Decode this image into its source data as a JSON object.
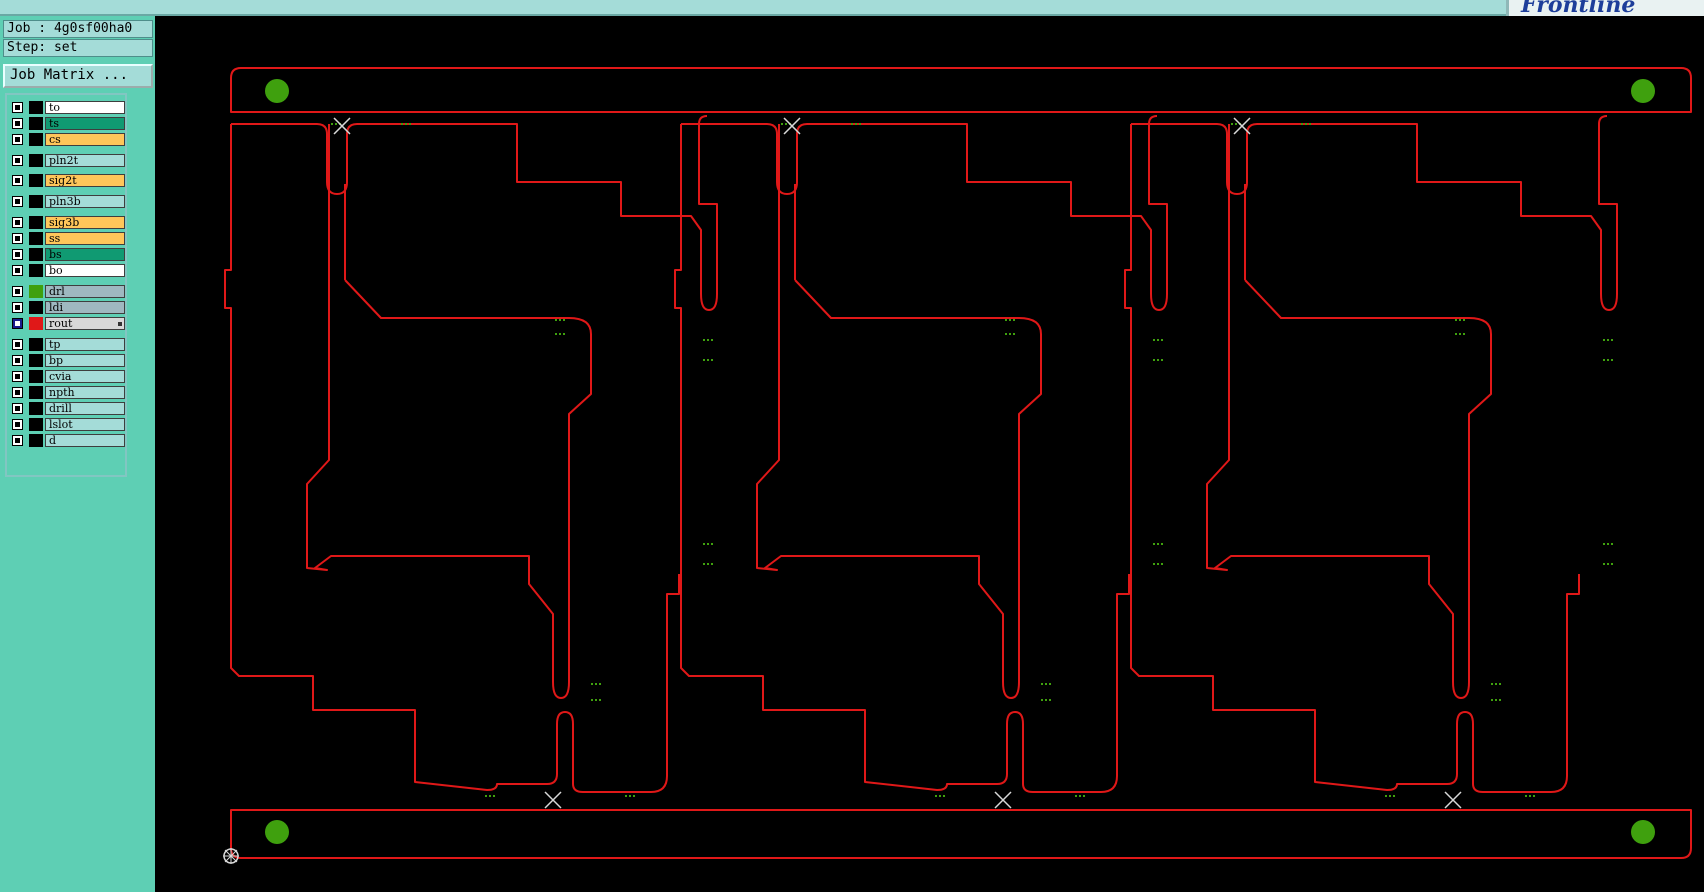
{
  "app": {
    "logo_text": "Frontline",
    "job_label": "Job : 4g0sf00ha0",
    "step_label": "Step: set",
    "job_matrix_button": "Job Matrix ..."
  },
  "layers": [
    {
      "name": "to",
      "color": "#ffffff"
    },
    {
      "name": "ts",
      "color": "#109a72"
    },
    {
      "name": "cs",
      "color": "#ffc65a"
    },
    {
      "name": "pln2t",
      "color": "#a4dcd8"
    },
    {
      "name": "sig2t",
      "color": "#ffc65a"
    },
    {
      "name": "pln3b",
      "color": "#a4dcd8"
    },
    {
      "name": "sig3b",
      "color": "#ffc65a"
    },
    {
      "name": "ss",
      "color": "#ffc65a"
    },
    {
      "name": "bs",
      "color": "#109a72"
    },
    {
      "name": "bo",
      "color": "#ffffff"
    },
    {
      "name": "drl",
      "color": "#9fb8c0",
      "swatch": "#3fa00e"
    },
    {
      "name": "ldi",
      "color": "#9fb8c0"
    },
    {
      "name": "rout",
      "color": "#d8d8d8",
      "swatch": "#e01818",
      "checked": true
    },
    {
      "name": "tp",
      "color": "#a4dcd8"
    },
    {
      "name": "bp",
      "color": "#a4dcd8"
    },
    {
      "name": "cvia",
      "color": "#a4dcd8"
    },
    {
      "name": "npth",
      "color": "#a4dcd8"
    },
    {
      "name": "drill",
      "color": "#a4dcd8"
    },
    {
      "name": "lslot",
      "color": "#a4dcd8"
    },
    {
      "name": "d",
      "color": "#a4dcd8"
    }
  ],
  "canvas": {
    "background": "#000000",
    "outline_color": "#e01818",
    "pad_color": "#3fa00e",
    "tab_color": "#3fa00e",
    "marker_color": "#d8d8d8",
    "boards_across": 3
  }
}
